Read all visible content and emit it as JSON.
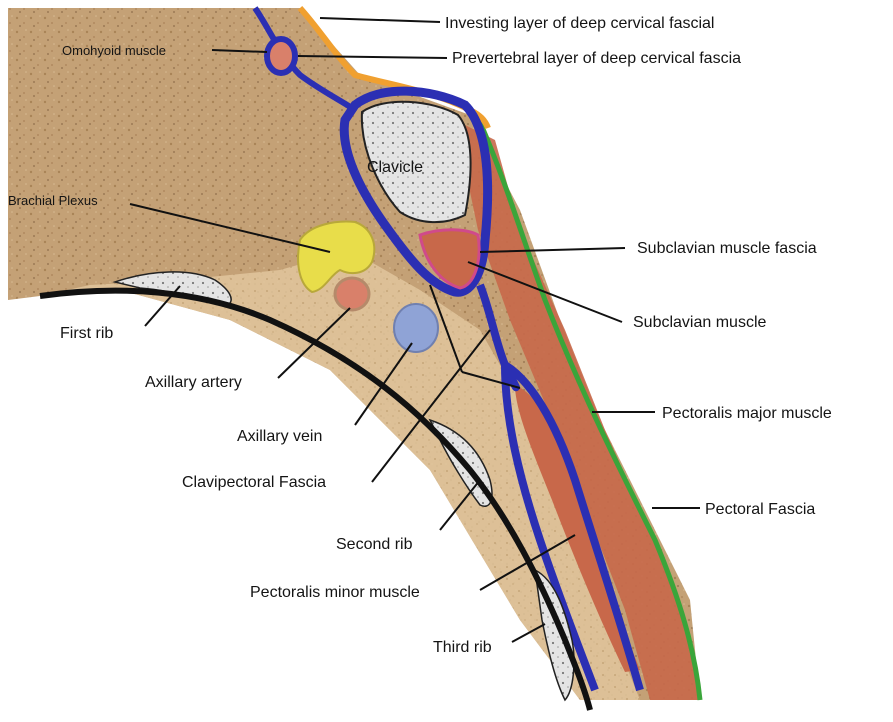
{
  "labels": {
    "investing": "Investing layer of deep cervical fascial",
    "omohyoid": "Omohyoid muscle",
    "prevertebral": "Prevertebral layer of deep cervical fascia",
    "clavicle": "Clavicle",
    "brachial": "Brachial Plexus",
    "subclavian_fascia": "Subclavian muscle fascia",
    "subclavian_muscle": "Subclavian muscle",
    "first_rib": "First rib",
    "axillary_artery": "Axillary artery",
    "axillary_vein": "Axillary vein",
    "pect_major": "Pectoralis major muscle",
    "clavipectoral": "Clavipectoral Fascia",
    "pectoral_fascia": "Pectoral Fascia",
    "second_rib": "Second rib",
    "pect_minor": "Pectoralis minor muscle",
    "third_rib": "Third rib"
  },
  "colors": {
    "tissue": "#c9a77c",
    "deep_fascia_blue": "#2b2fb3",
    "investing_orange": "#f0a030",
    "pectoral_green": "#3aa53a",
    "muscle": "#c8684a",
    "brachial_yellow": "#e8dd4a",
    "artery": "#d9806a",
    "vein": "#8fa3d6"
  }
}
